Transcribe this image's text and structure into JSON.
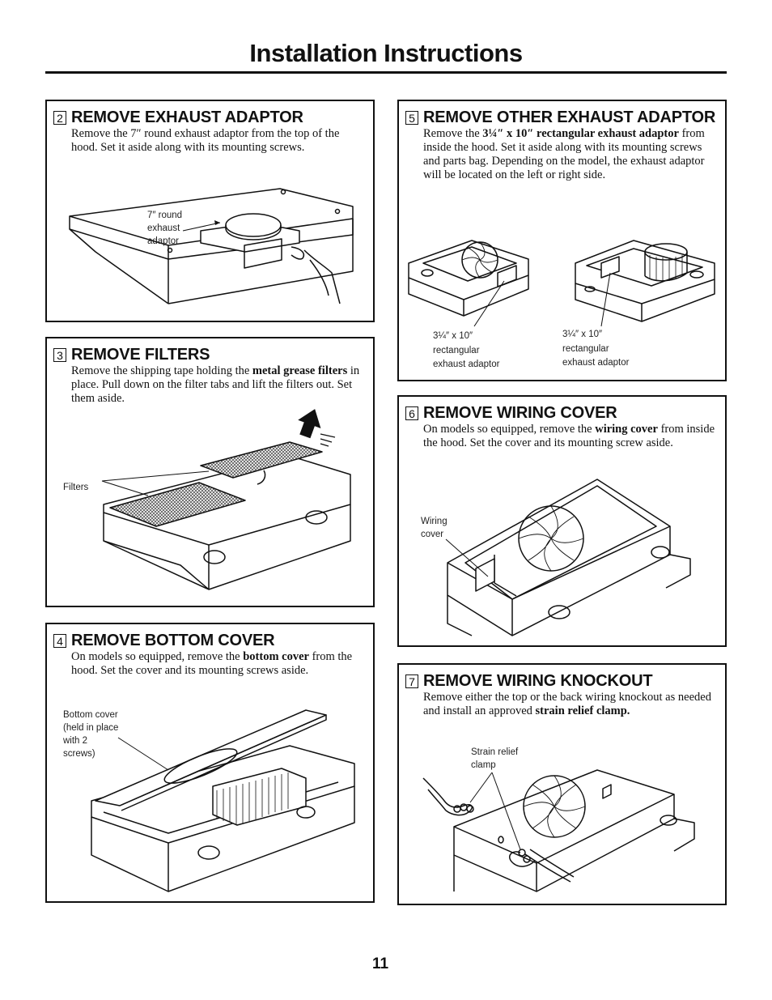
{
  "page": {
    "title": "Installation Instructions",
    "page_number": "11"
  },
  "steps": {
    "s2": {
      "number": "2",
      "title": "REMOVE EXHAUST ADAPTOR",
      "body": [
        "Remove the 7″ round exhaust adaptor from the top of the hood. Set it aside along with its mounting screws."
      ],
      "callout": [
        "7″ round",
        "exhaust",
        "adaptor"
      ]
    },
    "s3": {
      "number": "3",
      "title": "REMOVE FILTERS",
      "body": [
        "Remove the shipping tape holding the ",
        "metal grease filters",
        " in place. Pull down on the filter tabs and lift the filters out. Set them aside."
      ],
      "callout": [
        "Filters"
      ]
    },
    "s4": {
      "number": "4",
      "title": "REMOVE BOTTOM COVER",
      "body": [
        "On models so equipped, remove the ",
        "bottom cover",
        " from the hood. Set the cover and its mounting screws aside."
      ],
      "callout": [
        "Bottom cover",
        "(held in place",
        "with 2",
        "screws)"
      ]
    },
    "s5": {
      "number": "5",
      "title": "REMOVE OTHER EXHAUST ADAPTOR",
      "body": [
        "Remove the ",
        "3¼″ x 10″ rectangular exhaust adaptor",
        " from inside the hood. Set it aside along with its mounting screws and parts bag. Depending on the model, the exhaust adaptor will be located on the left or right side."
      ],
      "callout_left": [
        "3¼″ x 10″",
        "rectangular",
        "exhaust adaptor"
      ],
      "callout_right": [
        "3¼″ x 10″",
        "rectangular",
        "exhaust adaptor"
      ]
    },
    "s6": {
      "number": "6",
      "title": "REMOVE WIRING COVER",
      "body": [
        "On models so equipped, remove the ",
        "wiring cover",
        " from inside the hood. Set the cover and its mounting screw aside."
      ],
      "callout": [
        "Wiring",
        "cover"
      ]
    },
    "s7": {
      "number": "7",
      "title": "REMOVE WIRING KNOCKOUT",
      "body": [
        "Remove either the top or the back wiring knockout as needed and install an approved ",
        "strain relief clamp."
      ],
      "callout": [
        "Strain relief",
        "clamp"
      ]
    }
  },
  "colors": {
    "ink": "#111111",
    "mesh": "#555555",
    "background": "#ffffff"
  }
}
